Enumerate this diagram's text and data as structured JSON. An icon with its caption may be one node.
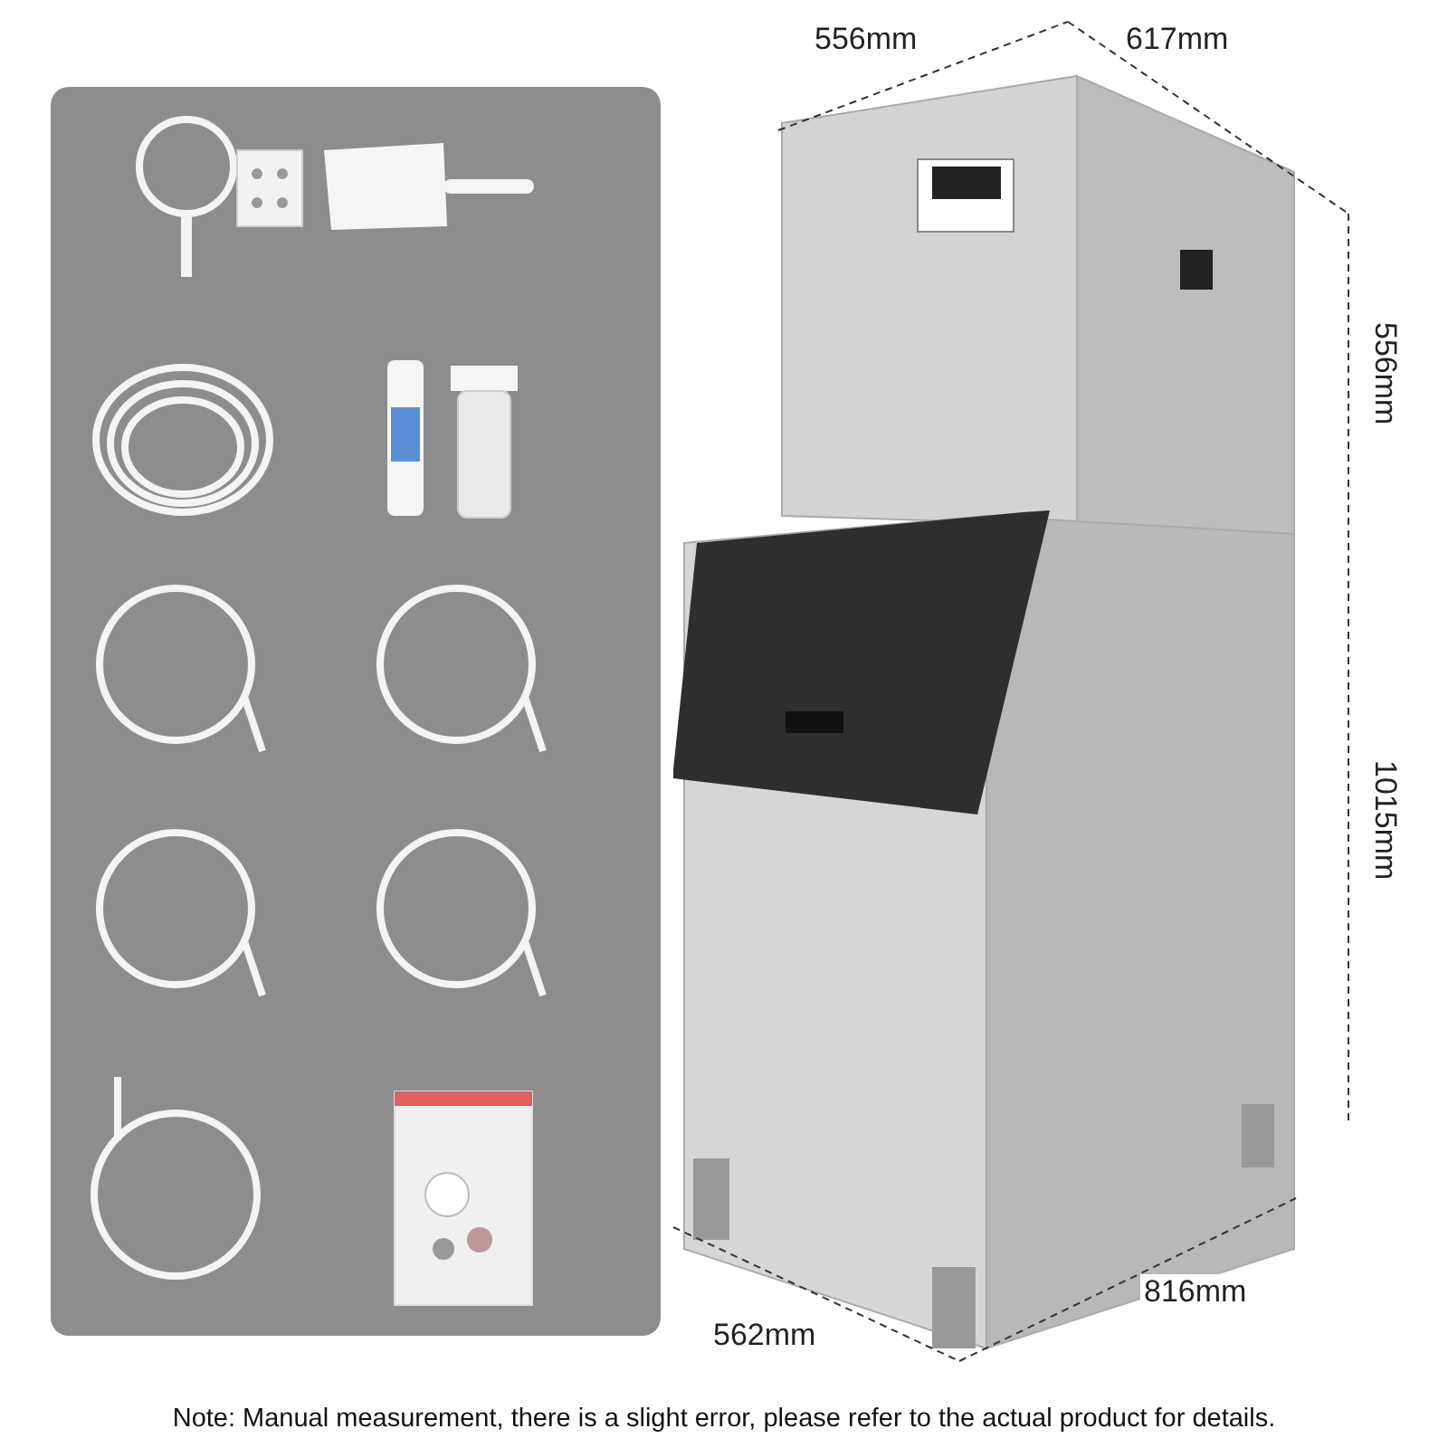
{
  "diagram": {
    "caption": "Note: Manual measurement, there is a slight error, please refer to the actual product for details.",
    "labels": [
      "556mm",
      "617mm",
      "556mm",
      "1015mm",
      "562mm",
      "816mm"
    ]
  }
}
